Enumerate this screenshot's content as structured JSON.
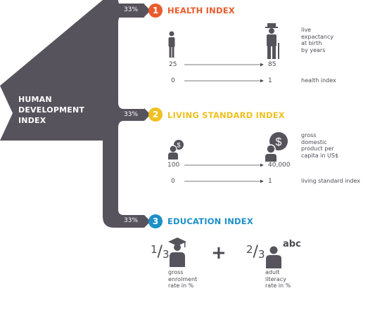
{
  "hdi": {
    "lines": [
      "HUMAN",
      "DEVELOPMENT",
      "INDEX"
    ]
  },
  "colors": {
    "trunk": "#57535c",
    "health": "#ea5b2c",
    "living": "#f0c020",
    "education": "#1d8fc9",
    "text": "#4d4a52"
  },
  "sections": {
    "health": {
      "weight": "33%",
      "number": "1",
      "title": "HEALTH INDEX",
      "row1": {
        "from": "25",
        "to": "85",
        "note": [
          "live",
          "expactancy",
          "at birth",
          "by years"
        ]
      },
      "row2": {
        "from": "0",
        "to": "1",
        "note": "health index"
      },
      "icons": [
        "young-person-icon",
        "elderly-person-icon"
      ]
    },
    "living": {
      "weight": "33%",
      "number": "2",
      "title": "LIVING STANDARD INDEX",
      "row1": {
        "from": "100",
        "to": "40,000",
        "note": [
          "gross",
          "domestic",
          "product per",
          "capita in US$"
        ]
      },
      "row2": {
        "from": "0",
        "to": "1",
        "note": "living standard index"
      },
      "icons": [
        "person-small-money-icon",
        "person-large-money-icon"
      ]
    },
    "education": {
      "weight": "33%",
      "number": "3",
      "title": "EDUCATION INDEX",
      "left": {
        "fraction_num": "1",
        "fraction_den": "3",
        "note": [
          "gross",
          "enrolment",
          "rate in %"
        ]
      },
      "operator": "+",
      "right": {
        "fraction_num": "2",
        "fraction_den": "3",
        "note": [
          "adult",
          "literacy",
          "rate in %"
        ],
        "badge": "abc"
      },
      "icons": [
        "graduate-icon",
        "reader-icon"
      ]
    }
  }
}
